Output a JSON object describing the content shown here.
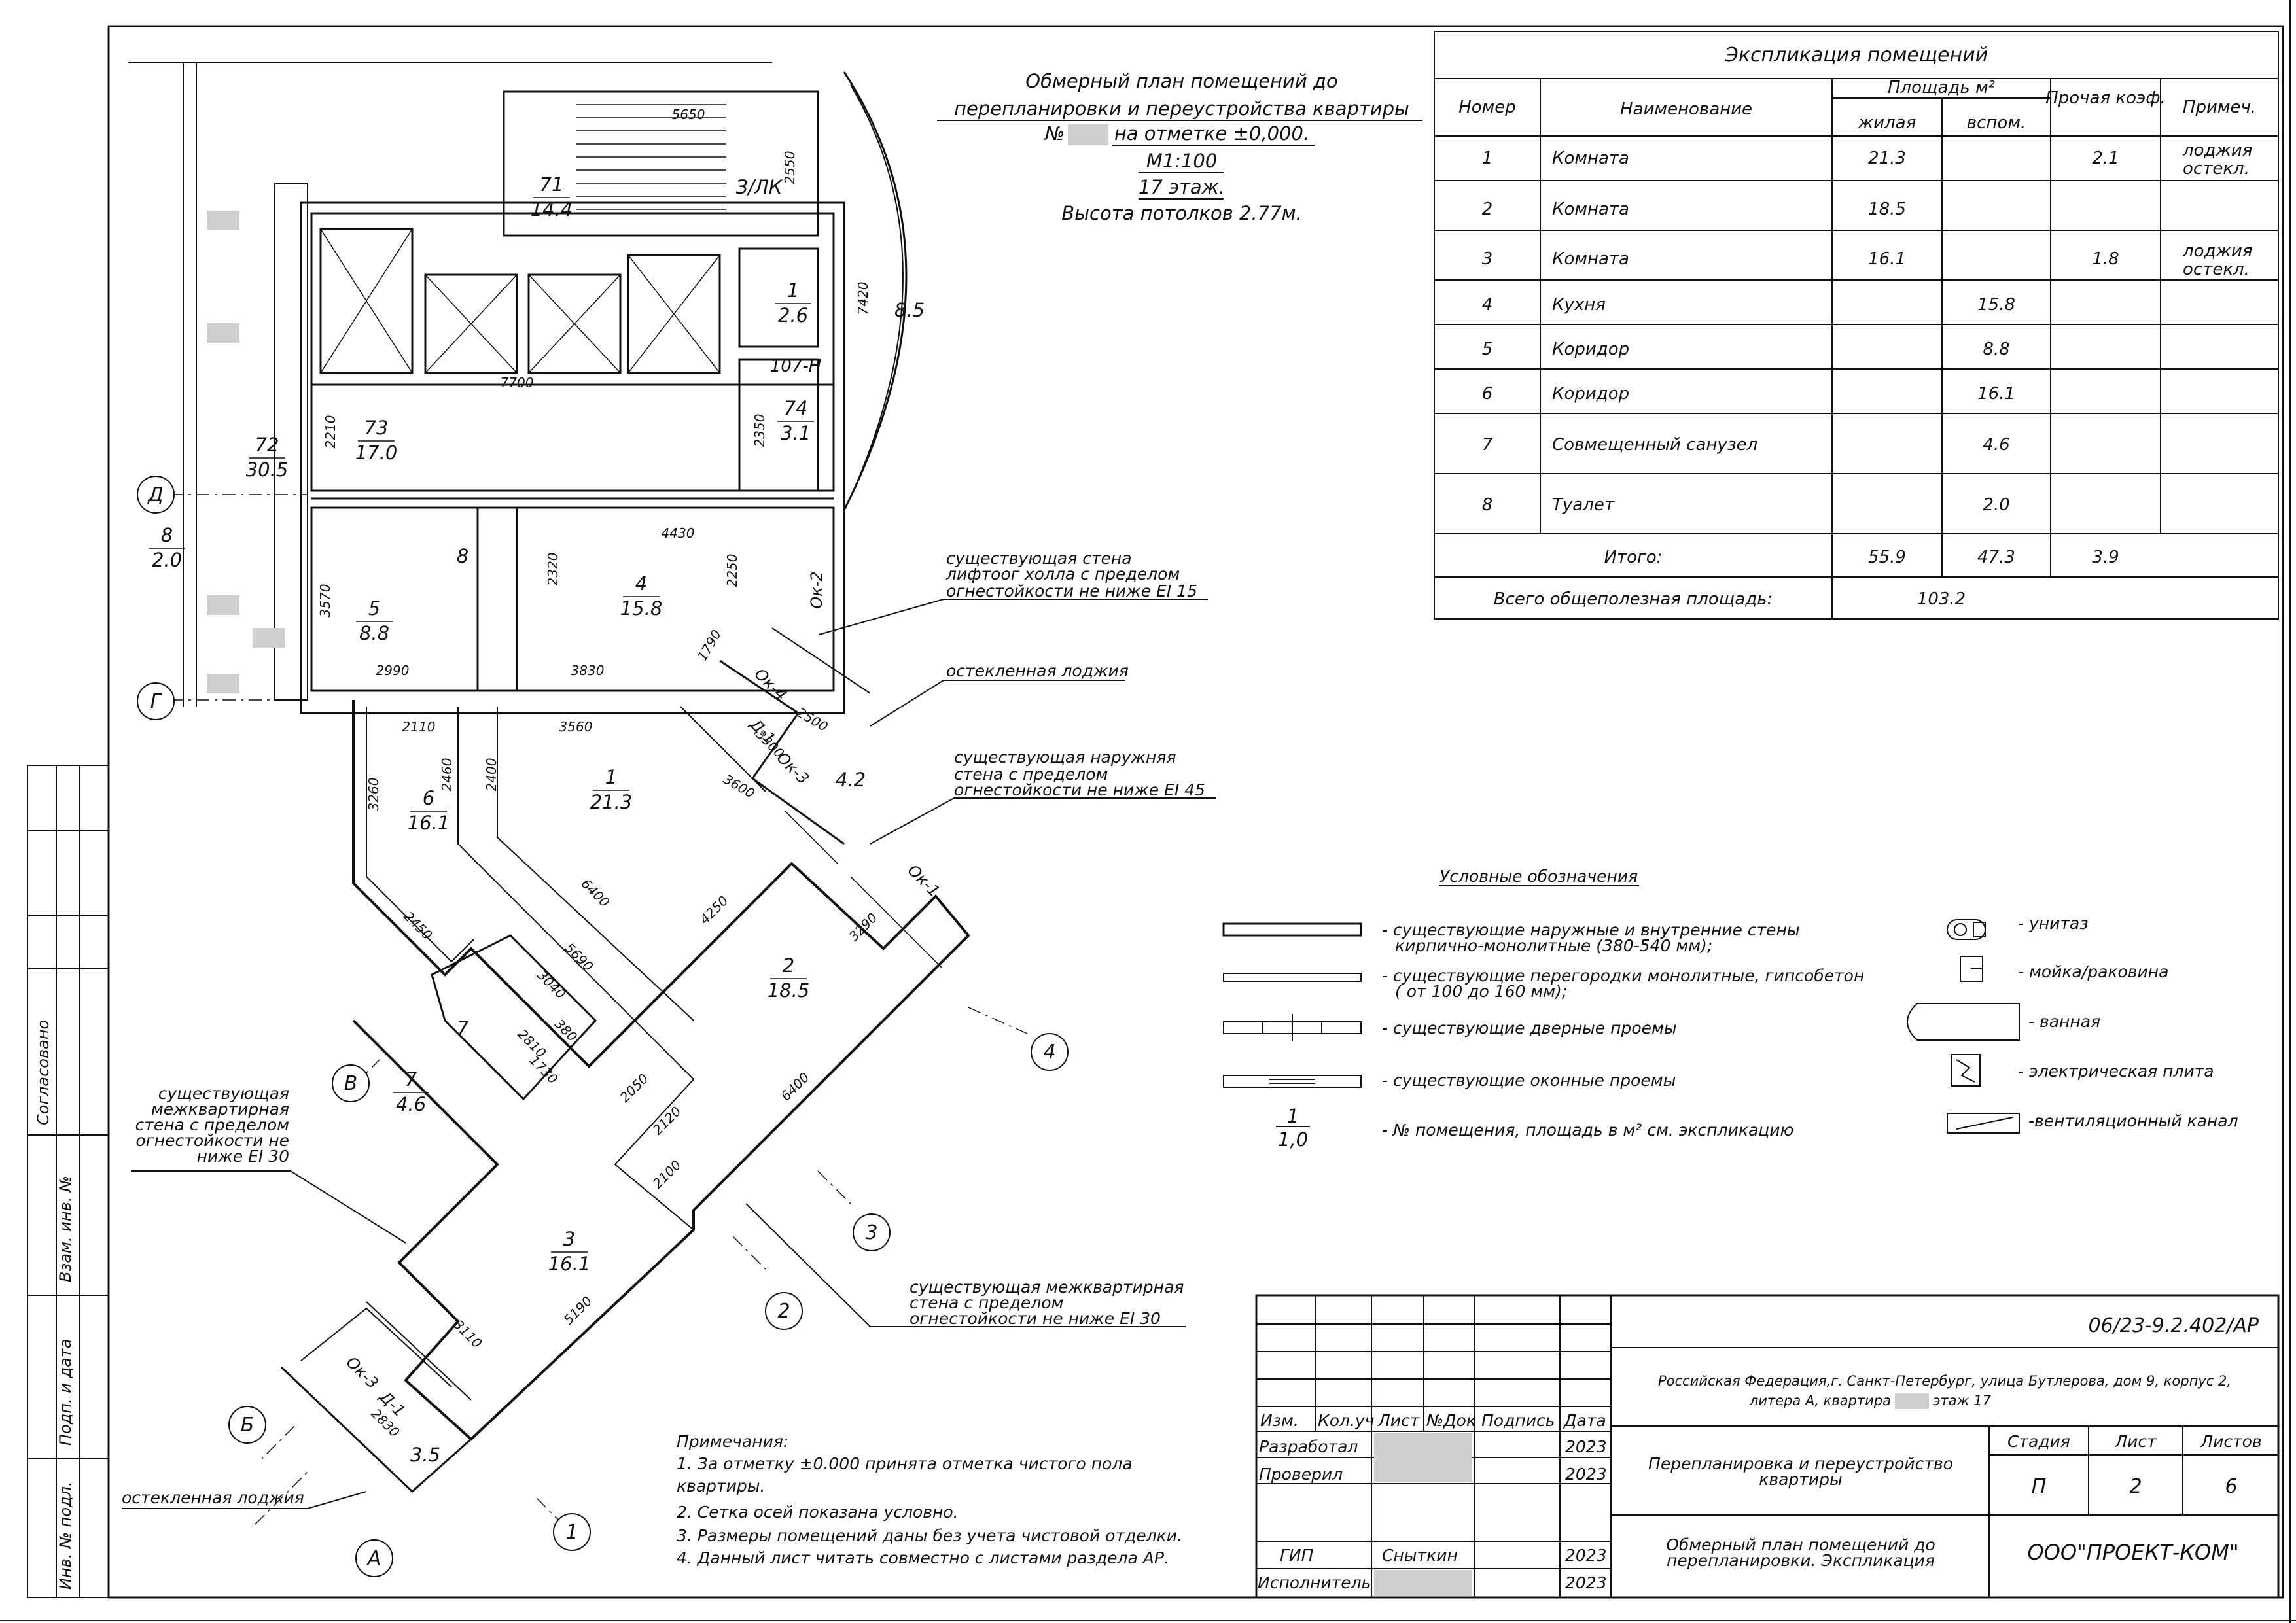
{
  "header": {
    "title_line1": "Обмерный план помещений до",
    "title_line2": "перепланировки и переустройства квартиры",
    "title_line3_prefix": "№",
    "title_line3_suffix": "на отметке ±0,000.",
    "scale": "М1:100",
    "floor": "17 этаж.",
    "ceiling": "Высота потолков 2.77м."
  },
  "explication": {
    "title": "Экспликация помещений",
    "col_number": "Номер",
    "col_name": "Наименование",
    "col_area": "Площадь м²",
    "col_living": "жилая",
    "col_aux": "вспом.",
    "col_other": "Прочая коэф.",
    "col_note": "Примеч.",
    "rows": [
      {
        "no": "1",
        "name": "Комната",
        "living": "21.3",
        "aux": "",
        "other": "2.1",
        "note1": "лоджия",
        "note2": "остекл."
      },
      {
        "no": "2",
        "name": "Комната",
        "living": "18.5",
        "aux": "",
        "other": "",
        "note1": "",
        "note2": ""
      },
      {
        "no": "3",
        "name": "Комната",
        "living": "16.1",
        "aux": "",
        "other": "1.8",
        "note1": "лоджия",
        "note2": "остекл."
      },
      {
        "no": "4",
        "name": "Кухня",
        "living": "",
        "aux": "15.8",
        "other": "",
        "note1": "",
        "note2": ""
      },
      {
        "no": "5",
        "name": "Коридор",
        "living": "",
        "aux": "8.8",
        "other": "",
        "note1": "",
        "note2": ""
      },
      {
        "no": "6",
        "name": "Коридор",
        "living": "",
        "aux": "16.1",
        "other": "",
        "note1": "",
        "note2": ""
      },
      {
        "no": "7",
        "name": "Совмещенный санузел",
        "living": "",
        "aux": "4.6",
        "other": "",
        "note1": "",
        "note2": ""
      },
      {
        "no": "8",
        "name": "Туалет",
        "living": "",
        "aux": "2.0",
        "other": "",
        "note1": "",
        "note2": ""
      }
    ],
    "total_label": "Итого:",
    "total_living": "55.9",
    "total_aux": "47.3",
    "total_other": "3.9",
    "grand_label": "Всего общеполезная площадь:",
    "grand_value": "103.2"
  },
  "legend": {
    "title": "Условные обозначения",
    "item1_line1": "- существующие наружные и внутренние стены",
    "item1_line2": "кирпично-монолитные (380-540 мм);",
    "item2_line1": "- существующие перегородки монолитные, гипсобетон",
    "item2_line2": "( от 100 до 160 мм);",
    "item3": "- существующие дверные проемы",
    "item4": "- существующие оконные проемы",
    "item5_num": "1",
    "item5_area": "1,0",
    "item5": "- № помещения, площадь в м² см. экспликацию",
    "r1": "- унитаз",
    "r2": "- мойка/раковина",
    "r3": "- ванная",
    "r4": "- электрическая плита",
    "r5": "-вентиляционный канал"
  },
  "callouts": {
    "c1_l1": "существующая стена",
    "c1_l2": "лифтоог холла с пределом",
    "c1_l3": "огнестойкости не ниже EI 15",
    "c2": "остекленная лоджия",
    "c3_l1": "существующая наружняя",
    "c3_l2": "стена с пределом",
    "c3_l3": "огнестойкости не ниже EI 45",
    "c4_l1": "существующая",
    "c4_l2": "межквартирная",
    "c4_l3": "стена с пределом",
    "c4_l4": "огнестойкости не",
    "c4_l5": "ниже EI 30",
    "c5_l1": "существующая межквартирная",
    "c5_l2": "стена с пределом",
    "c5_l3": "огнестойкости не ниже EI 30",
    "c6": "остекленная лоджия"
  },
  "notes": {
    "title": "Примечания:",
    "n1a": "1.  За отметку ±0.000 принята отметка чистого пола",
    "n1b": "квартиры.",
    "n2": "2.  Сетка осей показана условно.",
    "n3": "3.  Размеры помещений даны без учета чистовой отделки.",
    "n4": "4.  Данный лист читать совместно с листами раздела АР."
  },
  "side_stamp": {
    "s1": "Согласовано",
    "s2": "Взам. инв. №",
    "s3": "Подп. и дата",
    "s4": "Инв. № подл."
  },
  "title_block": {
    "doc_code": "06/23-9.2.402/АР",
    "address_l1": "Российская Федерация,г. Санкт-Петербург, улица Бутлерова, дом 9, корпус 2,",
    "address_l2": "литера А, квартира",
    "address_l2b": "этаж 17",
    "h_izm": "Изм.",
    "h_kol": "Кол.уч",
    "h_list": "Лист",
    "h_doc": "№Док",
    "h_podp": "Подпись",
    "h_date": "Дата",
    "r_razr": "Разработал",
    "r_prov": "Проверил",
    "r_gip": "ГИП",
    "r_isp": "Исполнитель",
    "gip_name": "Сныткин",
    "year": "2023",
    "project": "Перепланировка и переустройство",
    "project2": "квартиры",
    "stage_h": "Стадия",
    "list_h": "Лист",
    "lists_h": "Листов",
    "stage": "П",
    "list": "2",
    "lists": "6",
    "sheet_l1": "Обмерный план помещений до",
    "sheet_l2": "перепланировки. Экспликация",
    "company": "ООО\"ПРОЕКТ-КОМ\""
  },
  "plan": {
    "axes": [
      "Д",
      "Г",
      "В",
      "Б",
      "А",
      "1",
      "2",
      "3",
      "4"
    ],
    "rooms": [
      {
        "no": "71",
        "area": "14.4"
      },
      {
        "no": "З/ЛК",
        "area": ""
      },
      {
        "no": "1",
        "area": "2.6"
      },
      {
        "no": "73",
        "area": "17.0"
      },
      {
        "no": "74",
        "area": "3.1"
      },
      {
        "no": "72",
        "area": "30.5"
      },
      {
        "no": "8",
        "area": "2.0"
      },
      {
        "no": "5",
        "area": "8.8"
      },
      {
        "no": "8",
        "area": ""
      },
      {
        "no": "4",
        "area": "15.8"
      },
      {
        "no": "6",
        "area": "16.1"
      },
      {
        "no": "1",
        "area": "21.3"
      },
      {
        "no": "2",
        "area": "18.5"
      },
      {
        "no": "7",
        "area": ""
      },
      {
        "no": "7",
        "area": "4.6"
      },
      {
        "no": "3",
        "area": "16.1"
      },
      {
        "no": "",
        "area": "3.5"
      },
      {
        "no": "",
        "area": "4.2"
      },
      {
        "no": "",
        "area": "8.5"
      }
    ],
    "dims": [
      "5650",
      "2550",
      "7420",
      "7700",
      "2210",
      "2350",
      "4430",
      "2320",
      "2250",
      "3570",
      "2990",
      "3830",
      "1790",
      "2110",
      "3560",
      "3260",
      "2460",
      "2400",
      "2500",
      "3300",
      "3600",
      "6400",
      "4250",
      "3290",
      "2450",
      "5690",
      "3040",
      "2810",
      "380",
      "1730",
      "2050",
      "2120",
      "2100",
      "6400",
      "3110",
      "5190",
      "2830",
      "107-Н"
    ],
    "labels": [
      "Ок-2",
      "Ок-4",
      "Д-1",
      "Ок-3",
      "Ок-1",
      "Ок-3",
      "Д-1"
    ]
  }
}
